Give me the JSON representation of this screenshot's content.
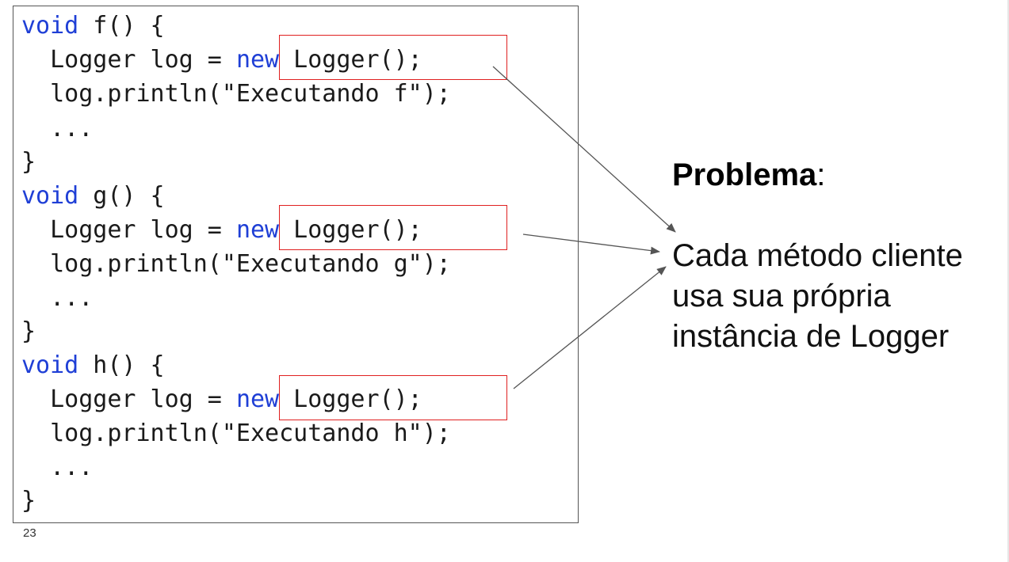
{
  "code_lines": [
    [
      {
        "t": "void",
        "kw": true
      },
      {
        "t": " f() {",
        "kw": false
      }
    ],
    [
      {
        "t": "  Logger log = ",
        "kw": false
      },
      {
        "t": "new",
        "kw": true
      },
      {
        "t": " Logger();",
        "kw": false
      }
    ],
    [
      {
        "t": "  log.println(\"Executando f\");",
        "kw": false
      }
    ],
    [
      {
        "t": "  ...",
        "kw": false
      }
    ],
    [
      {
        "t": "}",
        "kw": false
      }
    ],
    [
      {
        "t": "void",
        "kw": true
      },
      {
        "t": " g() {",
        "kw": false
      }
    ],
    [
      {
        "t": "  Logger log = ",
        "kw": false
      },
      {
        "t": "new",
        "kw": true
      },
      {
        "t": " Logger();",
        "kw": false
      }
    ],
    [
      {
        "t": "  log.println(\"Executando g\");",
        "kw": false
      }
    ],
    [
      {
        "t": "  ...",
        "kw": false
      }
    ],
    [
      {
        "t": "}",
        "kw": false
      }
    ],
    [
      {
        "t": "void",
        "kw": true
      },
      {
        "t": " h() {",
        "kw": false
      }
    ],
    [
      {
        "t": "  Logger log = ",
        "kw": false
      },
      {
        "t": "new",
        "kw": true
      },
      {
        "t": " Logger();",
        "kw": false
      }
    ],
    [
      {
        "t": "  log.println(\"Executando h\");",
        "kw": false
      }
    ],
    [
      {
        "t": "  ...",
        "kw": false
      }
    ],
    [
      {
        "t": "}",
        "kw": false
      }
    ]
  ],
  "problem": {
    "title": "Problema",
    "colon": ":",
    "description": "Cada método cliente usa sua própria instância de Logger"
  },
  "page_number": "23",
  "colors": {
    "keyword": "#1f3fd6",
    "highlight_border": "#e02020",
    "arrow": "#555555"
  }
}
